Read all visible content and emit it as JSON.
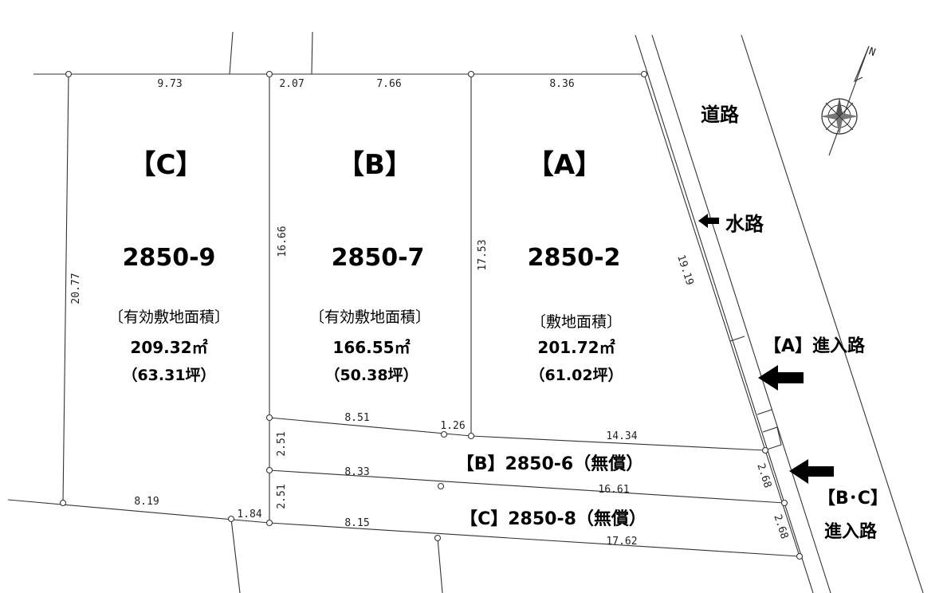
{
  "lots": [
    {
      "code": "【C】",
      "number": "2850-9",
      "area_label": "〔有効敷地面積〕",
      "area": "209.32㎡",
      "tsubo": "（63.31坪）"
    },
    {
      "code": "【B】",
      "number": "2850-7",
      "area_label": "〔有効敷地面積〕",
      "area": "166.55㎡",
      "tsubo": "（50.38坪）"
    },
    {
      "code": "【A】",
      "number": "2850-2",
      "area_label": "〔敷地面積〕",
      "area": "201.72㎡",
      "tsubo": "（61.02坪）"
    }
  ],
  "dimensions": {
    "top_c": "9.73",
    "top_b1": "2.07",
    "top_b2": "7.66",
    "top_a": "8.36",
    "left_c": "20.77",
    "left_b": "16.66",
    "left_a": "17.53",
    "right_a": "19.19",
    "b_bottom1": "8.51",
    "b_bottom2": "1.26",
    "a_bottom": "14.34",
    "strip_b_w": "2.51",
    "strip_b_mid": "8.33",
    "strip_b_right": "16.61",
    "strip_b_end": "2.68",
    "strip_c_w": "2.51",
    "c_bottom": "8.19",
    "c_bottom2": "1.84",
    "strip_c_mid": "8.15",
    "strip_c_right": "17.62",
    "strip_c_end": "2.68"
  },
  "strips": {
    "b": "【B】2850-6（無償）",
    "c": "【C】2850-8（無償）"
  },
  "labels": {
    "road": "道路",
    "waterway": "水路",
    "access_a": "【A】進入路",
    "access_bc_1": "【B･C】",
    "access_bc_2": "進入路"
  },
  "north_symbol": "N"
}
